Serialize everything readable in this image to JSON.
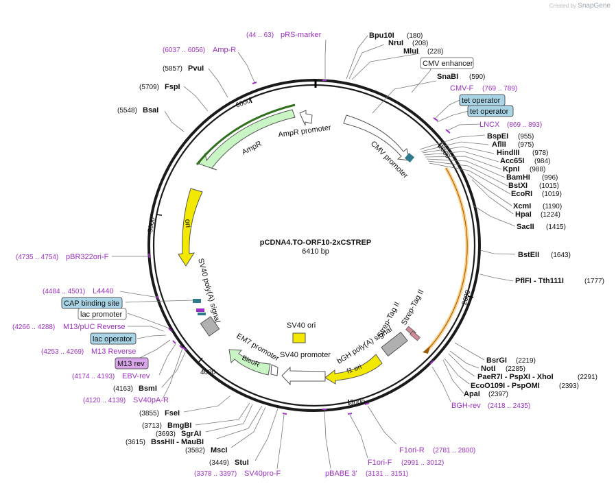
{
  "brand": {
    "prefix": "Created by",
    "name": "SnapGene"
  },
  "plasmid": {
    "name": "pCDNA4.TO-ORF10-2xCSTREP",
    "length_label": "6410 bp"
  },
  "ticks": [
    "1000",
    "2000",
    "3000",
    "4000",
    "5000",
    "6000"
  ],
  "enzymes": [
    {
      "name": "Bpu10I",
      "pos": "(180)"
    },
    {
      "name": "NruI",
      "pos": "(208)"
    },
    {
      "name": "MluI",
      "pos": "(228)"
    },
    {
      "name": "SnaBI",
      "pos": "(590)"
    },
    {
      "name": "BspEI",
      "pos": "(955)"
    },
    {
      "name": "AflII",
      "pos": "(975)"
    },
    {
      "name": "HindIII",
      "pos": "(978)"
    },
    {
      "name": "Acc65I",
      "pos": "(984)"
    },
    {
      "name": "KpnI",
      "pos": "(988)"
    },
    {
      "name": "BamHI",
      "pos": "(996)"
    },
    {
      "name": "BstXI",
      "pos": "(1015)"
    },
    {
      "name": "EcoRI",
      "pos": "(1019)"
    },
    {
      "name": "XcmI",
      "pos": "(1190)"
    },
    {
      "name": "HpaI",
      "pos": "(1224)"
    },
    {
      "name": "SacII",
      "pos": "(1415)"
    },
    {
      "name": "BstEII",
      "pos": "(1643)"
    },
    {
      "name": "PflFI - Tth111I",
      "pos": "(1777)"
    },
    {
      "name": "BsrGI",
      "pos": "(2219)"
    },
    {
      "name": "NotI",
      "pos": "(2285)"
    },
    {
      "name": "PaeR7I - PspXI - XhoI",
      "pos": "(2291)"
    },
    {
      "name": "EcoO109I - PspOMI",
      "pos": "(2393)"
    },
    {
      "name": "ApaI",
      "pos": "(2397)"
    },
    {
      "name": "StuI",
      "pos": "(3449)"
    },
    {
      "name": "MscI",
      "pos": "(3582)"
    },
    {
      "name": "BssHII - MauBI",
      "pos": "(3615)"
    },
    {
      "name": "SgrAI",
      "pos": "(3693)"
    },
    {
      "name": "BmgBI",
      "pos": "(3713)"
    },
    {
      "name": "FseI",
      "pos": "(3855)"
    },
    {
      "name": "BsmI",
      "pos": "(4163)"
    },
    {
      "name": "BsaI",
      "pos": "(5548)"
    },
    {
      "name": "FspI",
      "pos": "(5709)"
    },
    {
      "name": "PvuI",
      "pos": "(5857)"
    }
  ],
  "primers": [
    {
      "name": "pRS-marker",
      "pos": "(44 .. 63)"
    },
    {
      "name": "Amp-R",
      "pos": "(6037 .. 6056)"
    },
    {
      "name": "CMV-F",
      "pos": "(769 .. 789)"
    },
    {
      "name": "LNCX",
      "pos": "(869 .. 893)"
    },
    {
      "name": "BGH-rev",
      "pos": "(2418 .. 2435)"
    },
    {
      "name": "F1ori-R",
      "pos": "(2781 .. 2800)"
    },
    {
      "name": "F1ori-F",
      "pos": "(2991 .. 3012)"
    },
    {
      "name": "pBABE 3'",
      "pos": "(3131 .. 3151)"
    },
    {
      "name": "SV40pro-F",
      "pos": "(3378 .. 3397)"
    },
    {
      "name": "SV40pA-R",
      "pos": "(4120 .. 4139)"
    },
    {
      "name": "EBV-rev",
      "pos": "(4174 .. 4193)"
    },
    {
      "name": "M13 Reverse",
      "pos": "(4253 .. 4269)"
    },
    {
      "name": "M13/pUC Reverse",
      "pos": "(4266 .. 4288)"
    },
    {
      "name": "L4440",
      "pos": "(4484 .. 4501)"
    },
    {
      "name": "pBR322ori-F",
      "pos": "(4735 .. 4754)"
    }
  ],
  "boxed_features": [
    {
      "name": "CMV enhancer"
    },
    {
      "name": "tet operator"
    },
    {
      "name": "tet operator"
    },
    {
      "name": "CAP binding site"
    },
    {
      "name": "lac promoter"
    },
    {
      "name": "lac operator"
    },
    {
      "name": "M13 rev"
    }
  ],
  "features": [
    {
      "name": "AmpR"
    },
    {
      "name": "AmpR promoter"
    },
    {
      "name": "ori"
    },
    {
      "name": "CMV promoter"
    },
    {
      "name": "SV40 poly(A) signal"
    },
    {
      "name": "SV40 ori"
    },
    {
      "name": "SV40 promoter"
    },
    {
      "name": "EM7 promoter"
    },
    {
      "name": "BleoR"
    },
    {
      "name": "f1 ori"
    },
    {
      "name": "bGH poly(A) signal"
    },
    {
      "name": "Strep-Tag II"
    },
    {
      "name": "Strep-Tag II"
    }
  ],
  "colors": {
    "backbone": "#1a1a1a",
    "enzyme_text": "#111111",
    "primer": "#9b30c2",
    "ampr_fill": "#c9f5c4",
    "ori_fill": "#f2e800",
    "orf_highlight": "#f5a623",
    "blue_box": "#a8d4e6",
    "purple_box": "#d9a6ea",
    "gray_feature": "#b0b0b0",
    "strep_tag": "#cf8b96",
    "tet_marker": "#2e7a8a"
  }
}
